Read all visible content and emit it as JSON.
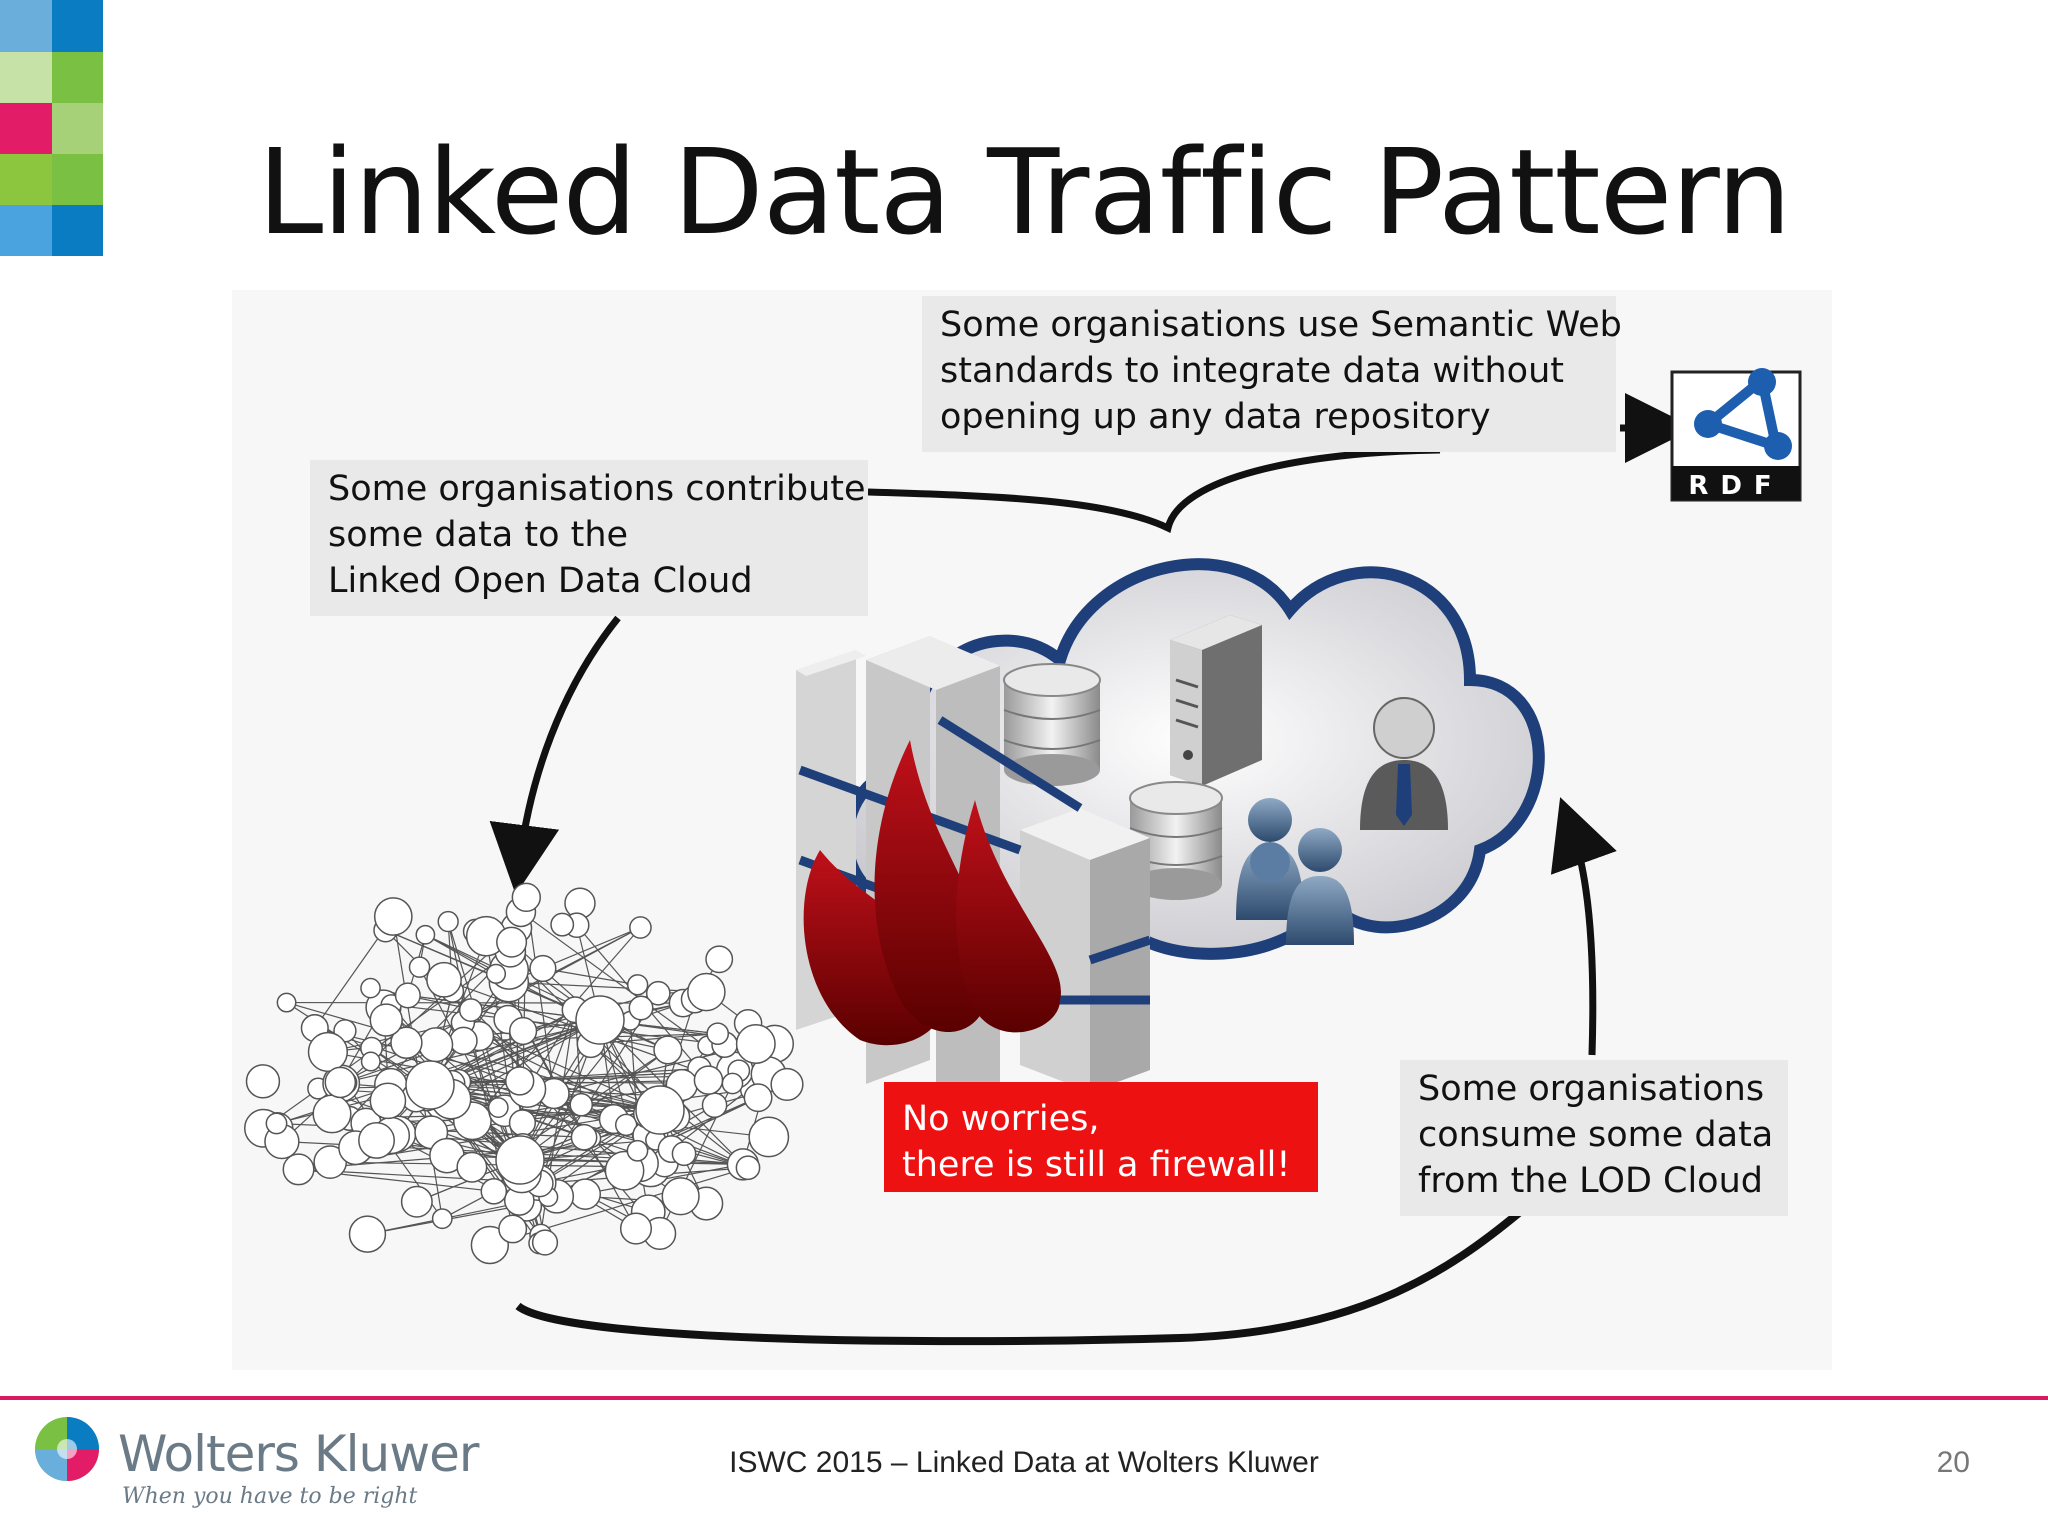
{
  "slide": {
    "title": "Linked Data Traffic Pattern",
    "page_number": "20",
    "footer_text": "ISWC 2015 – Linked Data at Wolters Kluwer"
  },
  "brand": {
    "name": "Wolters Kluwer",
    "tagline": "When you have to be right",
    "colors": {
      "blue": "#0a7cc1",
      "green": "#7ac143",
      "pink": "#e31c67",
      "light_blue": "#6aaedc",
      "light_green": "#b5d98a"
    }
  },
  "diagram": {
    "callout_semantic": [
      "Some organisations use Semantic Web",
      "standards to integrate data without",
      "opening up any data repository"
    ],
    "callout_contribute": [
      "Some organisations contribute",
      "some data to the",
      "Linked Open Data Cloud"
    ],
    "callout_consume": [
      "Some organisations",
      "consume some data",
      "from the LOD Cloud"
    ],
    "firewall_note": [
      "No worries,",
      "there is still a firewall!"
    ],
    "rdf_logo_text": "RDF",
    "icons": [
      "rdf-logo",
      "lod-cloud-graph",
      "enterprise-cloud",
      "firewall-wall",
      "fire",
      "database",
      "server",
      "users",
      "person"
    ]
  }
}
